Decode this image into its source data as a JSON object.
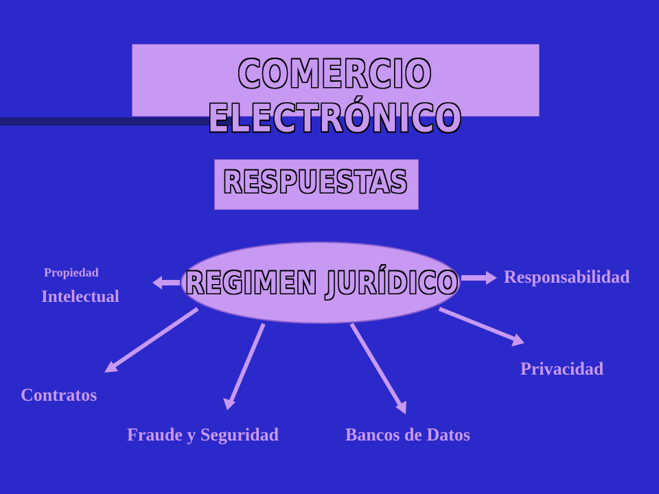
{
  "title": "COMERCIO ELECTRÓNICO",
  "subtitle": "RESPUESTAS",
  "center": "REGIMEN JURÍDICO",
  "labels": {
    "propiedad": "Propiedad",
    "intelectual": "Intelectual",
    "responsabilidad": "Responsabilidad",
    "privacidad": "Privacidad",
    "contratos": "Contratos",
    "fraude": "Fraude y Seguridad",
    "bancos": "Bancos de Datos"
  },
  "colors": {
    "background": "#2b29c9",
    "accent": "#c799f2",
    "bar": "#1d1d7a"
  }
}
